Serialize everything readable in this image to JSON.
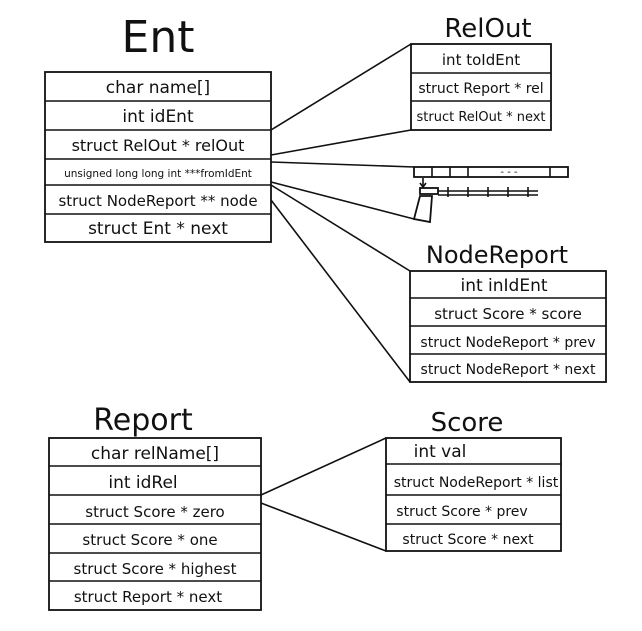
{
  "structs": {
    "ent": {
      "title": "Ent",
      "fields": [
        "char name[]",
        "int idEnt",
        "struct RelOut * relOut",
        "unsigned long long int ***fromIdEnt",
        "struct NodeReport ** node",
        "struct Ent * next"
      ]
    },
    "relout": {
      "title": "RelOut",
      "fields": [
        "int toIdEnt",
        "struct Report * rel",
        "struct RelOut * next"
      ]
    },
    "nodereport": {
      "title": "NodeReport",
      "fields": [
        "int inIdEnt",
        "struct Score * score",
        "struct NodeReport * prev",
        "struct NodeReport * next"
      ]
    },
    "report": {
      "title": "Report",
      "fields": [
        "char relName[]",
        "int idRel",
        "struct Score * zero",
        "struct Score * one",
        "struct Score * highest",
        "struct Report * next"
      ]
    },
    "score": {
      "title": "Score",
      "fields": [
        "int val",
        "struct NodeReport * list",
        "struct Score * prev",
        "struct Score * next"
      ]
    }
  },
  "array_sketch": {
    "dashes": "- - -"
  }
}
